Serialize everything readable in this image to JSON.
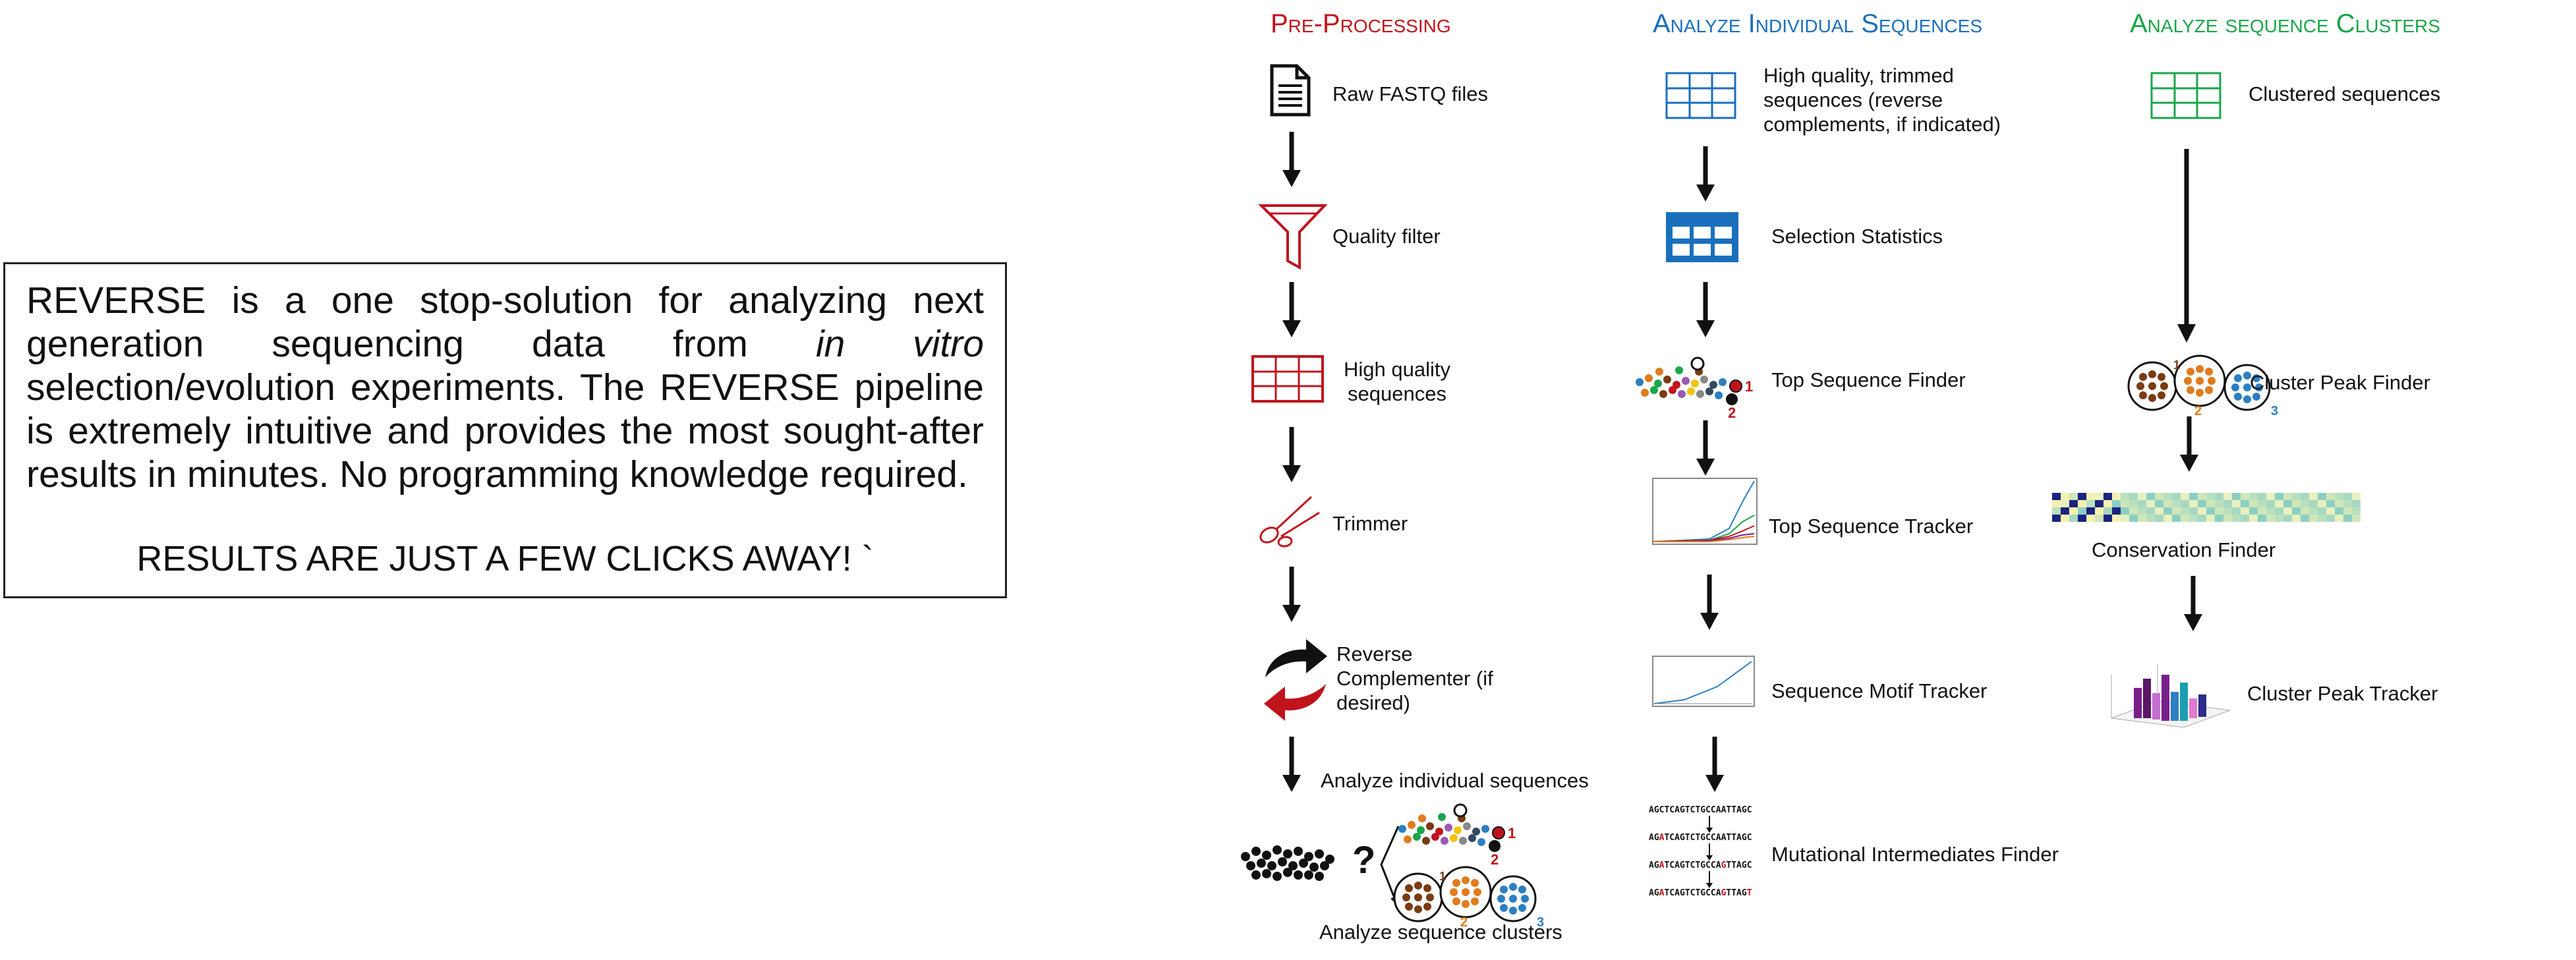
{
  "intro": {
    "text_before_italic": "REVERSE is a one stop-solution for analyzing next generation sequencing data from ",
    "italic_text": "in vitro",
    "text_after_italic": " selection/evolution experiments. The REVERSE pipeline is extremely intuitive and provides the most sought-after results in minutes. No programming knowledge required.",
    "tagline": "RESULTS ARE JUST A FEW  CLICKS AWAY! `"
  },
  "columns": {
    "preprocessing": {
      "title": "Pre-Processing",
      "steps": [
        "Raw FASTQ files",
        "Quality filter",
        "High quality sequences",
        "Trimmer",
        "Reverse Complementer (if desired)"
      ],
      "branch_top": "Analyze individual sequences",
      "branch_bottom": "Analyze sequence clusters"
    },
    "individual": {
      "title": "Analyze Individual Sequences",
      "steps": [
        "High quality, trimmed sequences (reverse complements, if indicated)",
        "Selection Statistics",
        "Top Sequence Finder",
        "Top Sequence Tracker",
        "Sequence Motif Tracker",
        "Mutational Intermediates Finder"
      ]
    },
    "clusters": {
      "title": "Analyze sequence Clusters",
      "steps": [
        "Clustered sequences",
        "Cluster Peak Finder",
        "Conservation Finder",
        "Cluster  Peak Tracker"
      ]
    }
  },
  "glyphs": {
    "question_mark": "?",
    "rank_1": "1",
    "rank_2": "2",
    "rank_3": "3"
  },
  "sequences": [
    {
      "segments": [
        {
          "t": "AGCTCAGTCTGCCAATTAGC",
          "m": false
        }
      ]
    },
    {
      "segments": [
        {
          "t": "AG",
          "m": false
        },
        {
          "t": "A",
          "m": true
        },
        {
          "t": "TCAGTCTGCCAATTAGC",
          "m": false
        }
      ]
    },
    {
      "segments": [
        {
          "t": "AG",
          "m": false
        },
        {
          "t": "A",
          "m": true
        },
        {
          "t": "TCAGTCTGCCA",
          "m": false
        },
        {
          "t": "G",
          "m": true
        },
        {
          "t": "TTAGC",
          "m": false
        }
      ]
    },
    {
      "segments": [
        {
          "t": "AG",
          "m": false
        },
        {
          "t": "A",
          "m": true
        },
        {
          "t": "TCAGTCTGCCA",
          "m": false
        },
        {
          "t": "G",
          "m": true
        },
        {
          "t": "TTAG",
          "m": false
        },
        {
          "t": "T",
          "m": true
        }
      ]
    }
  ],
  "colors": {
    "red": "#c0141c",
    "blue": "#1a6fbd",
    "green": "#1aa64a",
    "brown": "#7a3b12",
    "orange": "#e07b1e",
    "cluster_blue": "#2c7fc1",
    "purple": "#7a1f8a"
  }
}
